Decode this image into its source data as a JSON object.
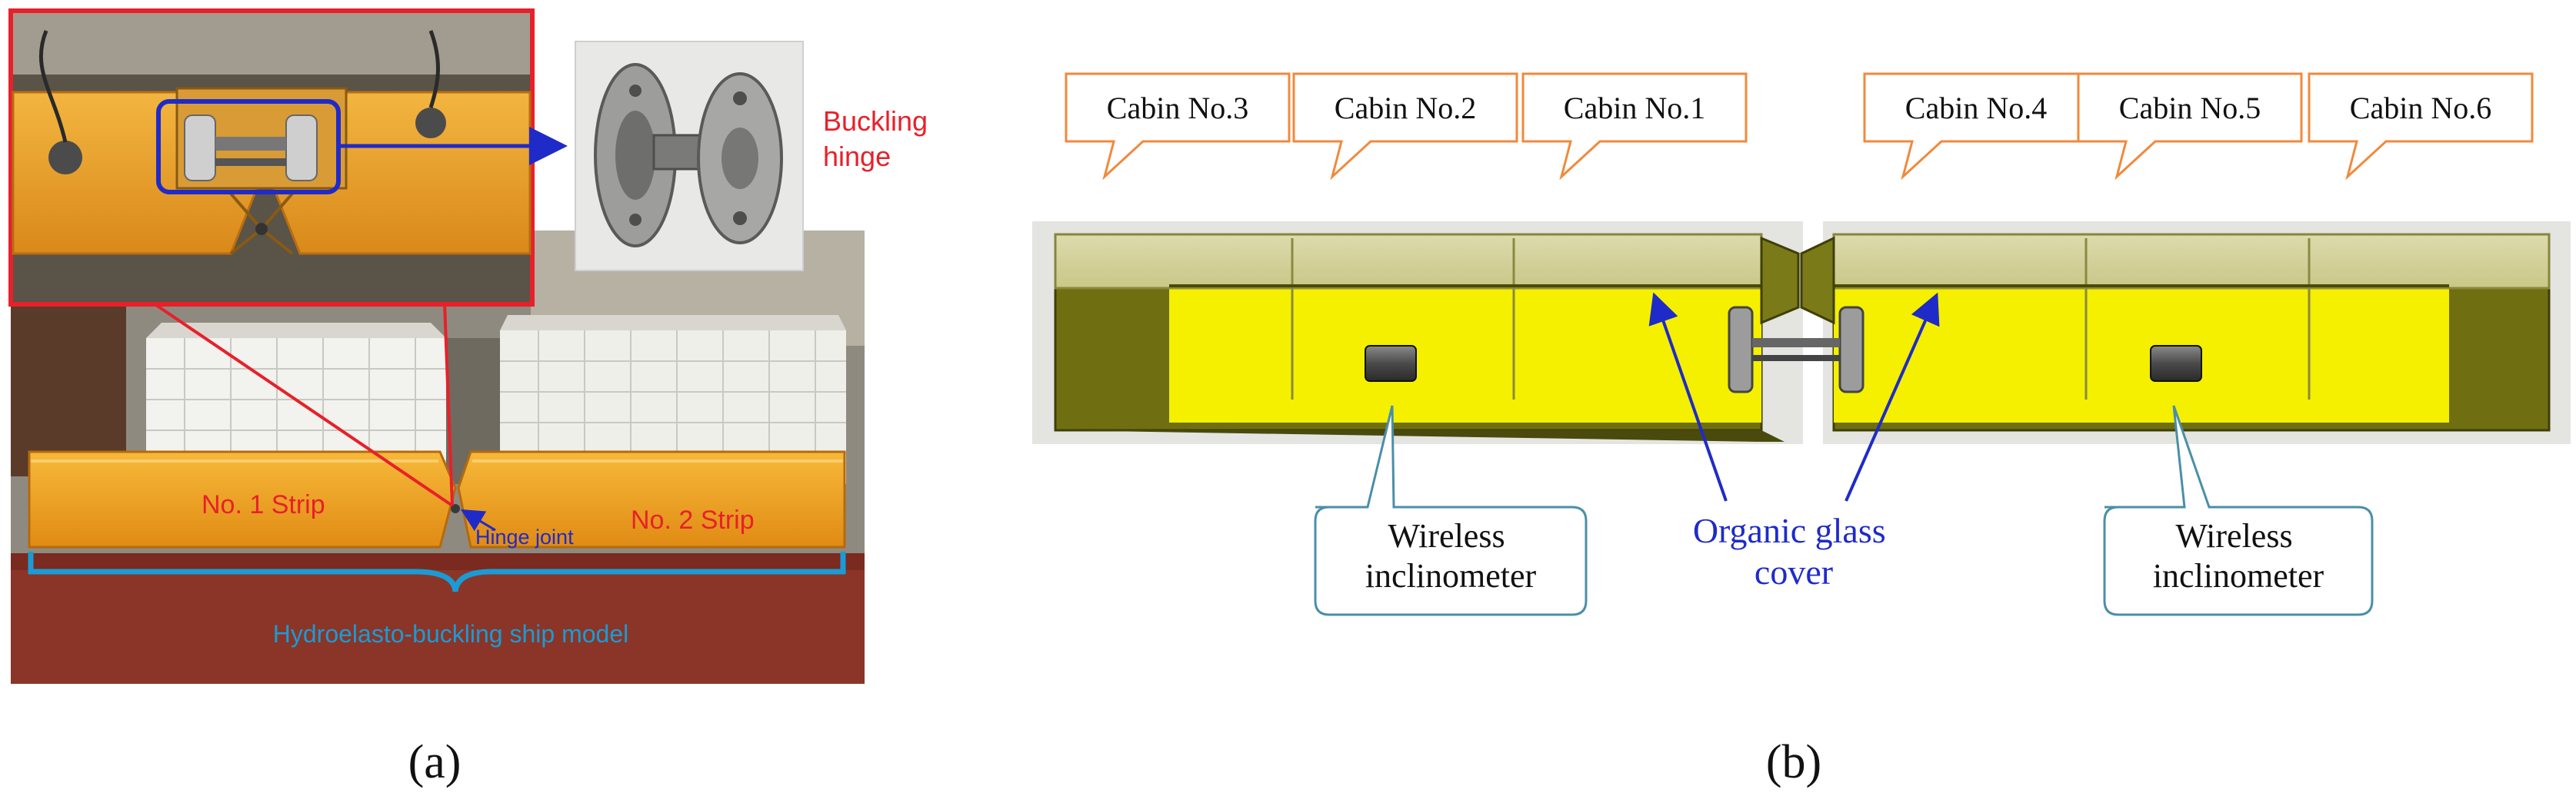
{
  "panel_a": {
    "caption": "(a)",
    "inset_label": "Buckling\nhinge",
    "strip_left": "No. 1 Strip",
    "strip_right": "No. 2 Strip",
    "hinge_joint": "Hinge joint",
    "model_label": "Hydroelasto-buckling ship model"
  },
  "panel_b": {
    "caption": "(b)",
    "cabins": [
      "Cabin No.3",
      "Cabin No.2",
      "Cabin No.1",
      "Cabin No.4",
      "Cabin No.5",
      "Cabin No.6"
    ],
    "inclinometer_left": "Wireless\ninclinometer",
    "inclinometer_right": "Wireless\ninclinometer",
    "glass_cover": "Organic glass\ncover"
  },
  "colors": {
    "frame_red": "#e8202a",
    "arrow_blue": "#1f2bc8",
    "label_blue": "#1a9bd6",
    "callout_orange": "#f08a3c",
    "callout_teal": "#4a8fa8",
    "hull_olive": "#6f6f12",
    "hull_yellow": "#f4f000",
    "strip_orange": "#f2a520"
  }
}
